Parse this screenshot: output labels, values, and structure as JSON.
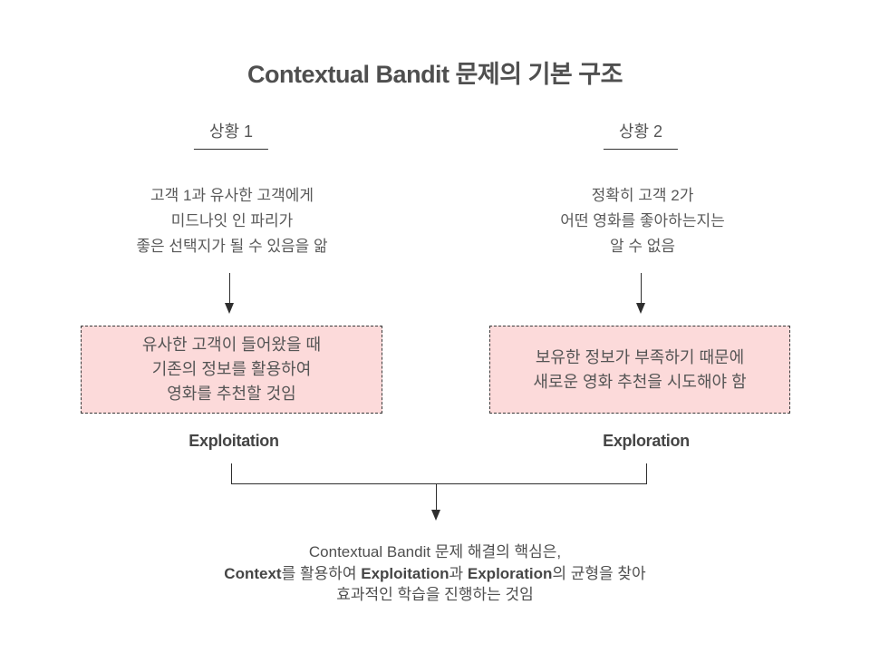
{
  "title": "Contextual Bandit 문제의 기본 구조",
  "situations": [
    {
      "label": "상황 1",
      "description": [
        "고객 1과 유사한 고객에게",
        "미드나잇 인 파리가",
        "좋은 선택지가 될 수 있음을 앎"
      ],
      "box_lines": [
        "유사한 고객이 들어왔을 때",
        "기존의 정보를 활용하여",
        "영화를 추천할 것임"
      ],
      "strategy": "Exploitation"
    },
    {
      "label": "상황 2",
      "description": [
        "정확히 고객 2가",
        "어떤 영화를 좋아하는지는",
        "알 수 없음"
      ],
      "box_lines": [
        "보유한 정보가 부족하기 때문에",
        "새로운 영화 추천을 시도해야 함"
      ],
      "strategy": "Exploration"
    }
  ],
  "conclusion": {
    "line1": "Contextual Bandit 문제 해결의 핵심은,",
    "line2": {
      "seg1_bold": "Context",
      "seg2": "를 활용하여 ",
      "seg3_bold": "Exploitation",
      "seg4": "과 ",
      "seg5_bold": "Exploration",
      "seg6": "의 균형을 찾아"
    },
    "line3": "효과적인 학습을 진행하는 것임"
  },
  "colors": {
    "background": "#ffffff",
    "box_background": "#fcdada",
    "box_border": "#3a3a3a",
    "line": "#2e2e2e",
    "text": "#555555",
    "title_text": "#4f4f4f"
  }
}
